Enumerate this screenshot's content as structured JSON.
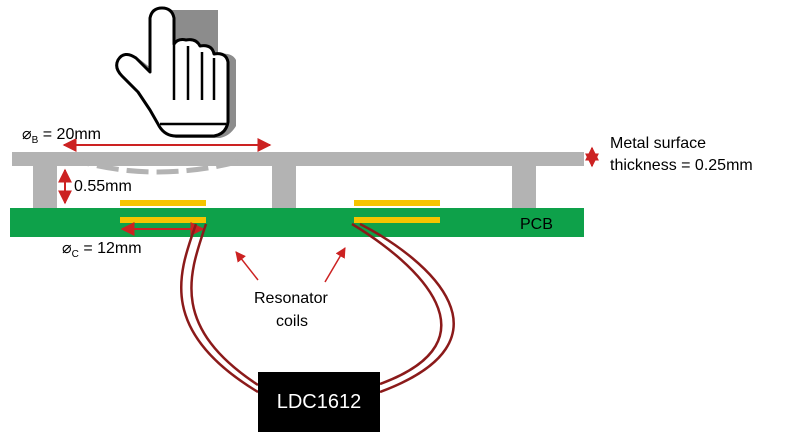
{
  "labels": {
    "diam_b_symbol": "⌀",
    "diam_b_sub": "B",
    "diam_b_value": " = 20mm",
    "gap": "0.55mm",
    "diam_c_symbol": "⌀",
    "diam_c_sub": "C",
    "diam_c_value": " = 12mm",
    "metal_line1": "Metal surface",
    "metal_line2": "thickness = 0.25mm",
    "pcb": "PCB",
    "resonator_line1": "Resonator",
    "resonator_line2": "coils",
    "chip": "LDC1612"
  },
  "colors": {
    "metal": "#b3b3b3",
    "pcb": "#0ea14a",
    "coil": "#f5c400",
    "wire": "#8b1a1a",
    "chip": "#000000",
    "arrow": "#cc2222",
    "hand_shadow": "#8c8c8c"
  },
  "icons": {
    "hand": "pointing-hand-icon"
  }
}
